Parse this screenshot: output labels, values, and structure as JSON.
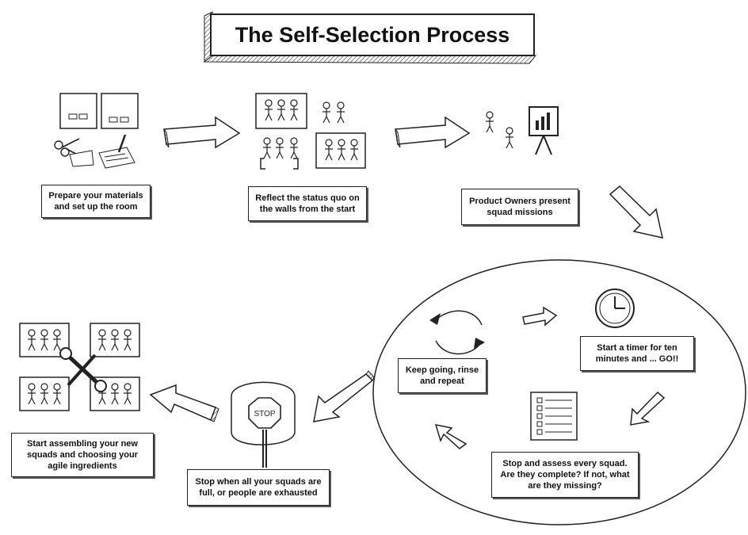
{
  "title": "The Self-Selection Process",
  "steps": [
    {
      "text": "Prepare your materials and set up the room"
    },
    {
      "text": "Reflect the status quo on the walls from the start"
    },
    {
      "text": "Product Owners present squad missions"
    },
    {
      "text": "Start a timer for ten minutes and ... GO!!"
    },
    {
      "text": "Stop and assess every squad. Are they complete? If not, what are they missing?"
    },
    {
      "text": "Keep going, rinse and repeat"
    },
    {
      "text": "Stop when all your squads are full, or people are exhausted"
    },
    {
      "text": "Start assembling your new squads and choosing your agile ingredients"
    }
  ],
  "stop_sign": "STOP"
}
